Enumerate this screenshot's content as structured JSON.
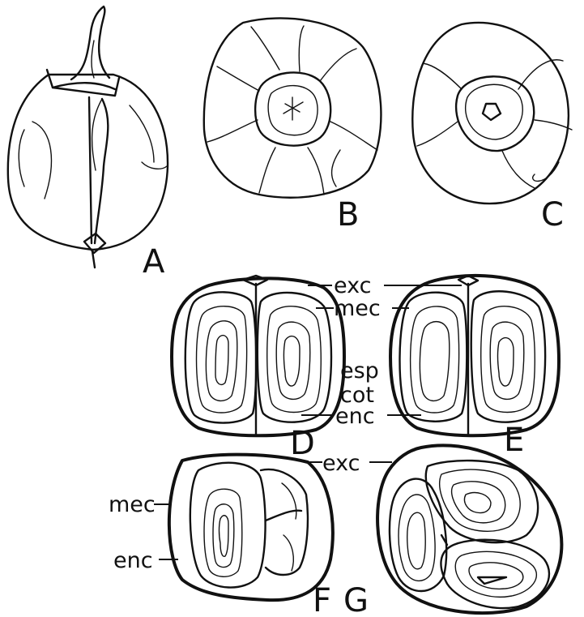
{
  "panels": {
    "A": "A",
    "B": "B",
    "C": "C",
    "D": "D",
    "E": "E",
    "F": "F",
    "G": "G"
  },
  "terms": {
    "exc": "exc",
    "mec": "mec",
    "esp": "esp",
    "cot": "cot",
    "enc": "enc"
  },
  "colors": {
    "ink": "#111111",
    "paper": "#ffffff"
  }
}
